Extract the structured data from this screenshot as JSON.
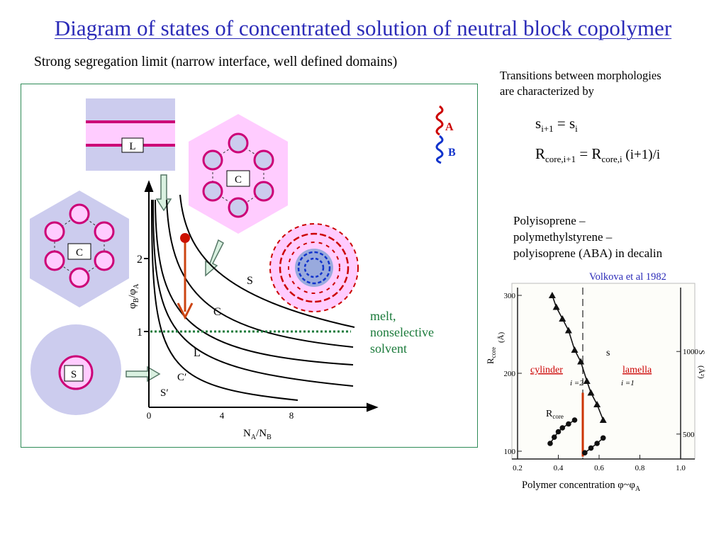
{
  "title": "Diagram of states of concentrated solution of neutral block copolymer",
  "subtitle": "Strong segregation limit (narrow interface, well defined domains)",
  "transitions": {
    "line1": "Transitions between morphologies",
    "line2": "are characterized by",
    "eq1_s": "s",
    "eq1_sub_lhs": "i+1",
    "eq1_eq": " = s",
    "eq1_sub_rhs": "i",
    "eq2_R": "R",
    "eq2_sub_lhs": "core,i+1",
    "eq2_eq": " = R",
    "eq2_sub_rhs": "core,i",
    "eq2_tail": " (i+1)/i"
  },
  "polymer": {
    "line1": "Polyisoprene  –",
    "line2": "polymethylstyrene –",
    "line3": "polyisoprene  (ABA) in decalin"
  },
  "citation": "Volkova et al 1982",
  "left_diagram": {
    "morph_L": "L",
    "morph_C_top": "C",
    "morph_C_left": "C",
    "morph_S": "S",
    "chain_A": "A",
    "chain_B": "B",
    "ylabel_main": "φ",
    "ylabel_sub1": "B",
    "ylabel_slash": "/φ",
    "ylabel_sub2": "A",
    "xlabel_main": "N",
    "xlabel_sub1": "A",
    "xlabel_slash": "/N",
    "xlabel_sub2": "B",
    "ytick_2": "2",
    "ytick_1": "1",
    "xtick_0": "0",
    "xtick_4": "4",
    "xtick_8": "8",
    "region_S": "S",
    "region_C": "C",
    "region_L": "L",
    "region_Cp": "C′",
    "region_Sp": "S′",
    "melt_1": "melt,",
    "melt_2": "nonselective",
    "melt_3": "solvent",
    "colors": {
      "pink": "#ffccff",
      "lavender": "#ccccee",
      "magenta": "#cc0077",
      "green": "#1a7a3a",
      "red": "#cc0000",
      "blue": "#1133cc"
    }
  },
  "right_chart": {
    "ylabel_left_main": "R",
    "ylabel_left_sub": "core",
    "ylabel_left_unit": "(Å)",
    "ylabel_right_main": "S",
    "ylabel_right_unit": "(Å²)",
    "xlabel_main": "Polymer concentration φ~φ",
    "xlabel_sub": "A",
    "label_cylinder": "cylinder",
    "label_lamella": "lamella",
    "label_i2": "i =2",
    "label_i1": "i =1",
    "label_s": "s",
    "label_Rcore_main": "R",
    "label_Rcore_sub": "core",
    "yticks_left": [
      "100",
      "200",
      "300"
    ],
    "yticks_right": [
      "500",
      "1000"
    ],
    "xticks": [
      "0.2",
      "0.4",
      "0.6",
      "0.8",
      "1.0"
    ]
  },
  "chart_data": {
    "type": "scatter",
    "xlim": [
      0.2,
      1.0
    ],
    "ylim": [
      90,
      310
    ],
    "xlabel": "Polymer concentration φ~φA",
    "ylabel": "Rcore (Å)",
    "y2label": "S (Å²)",
    "vertical_dashed_line_x": 0.52,
    "series": [
      {
        "name": "s",
        "marker": "triangle",
        "x": [
          0.37,
          0.39,
          0.42,
          0.45,
          0.48,
          0.51,
          0.54,
          0.56,
          0.59,
          0.62
        ],
        "y": [
          300,
          285,
          270,
          255,
          230,
          215,
          190,
          175,
          160,
          140
        ]
      },
      {
        "name": "Rcore",
        "marker": "circle",
        "x": [
          0.36,
          0.38,
          0.4,
          0.42,
          0.45,
          0.48,
          0.53,
          0.56,
          0.59,
          0.62
        ],
        "y": [
          110,
          118,
          125,
          130,
          135,
          140,
          98,
          104,
          110,
          117
        ]
      }
    ]
  }
}
